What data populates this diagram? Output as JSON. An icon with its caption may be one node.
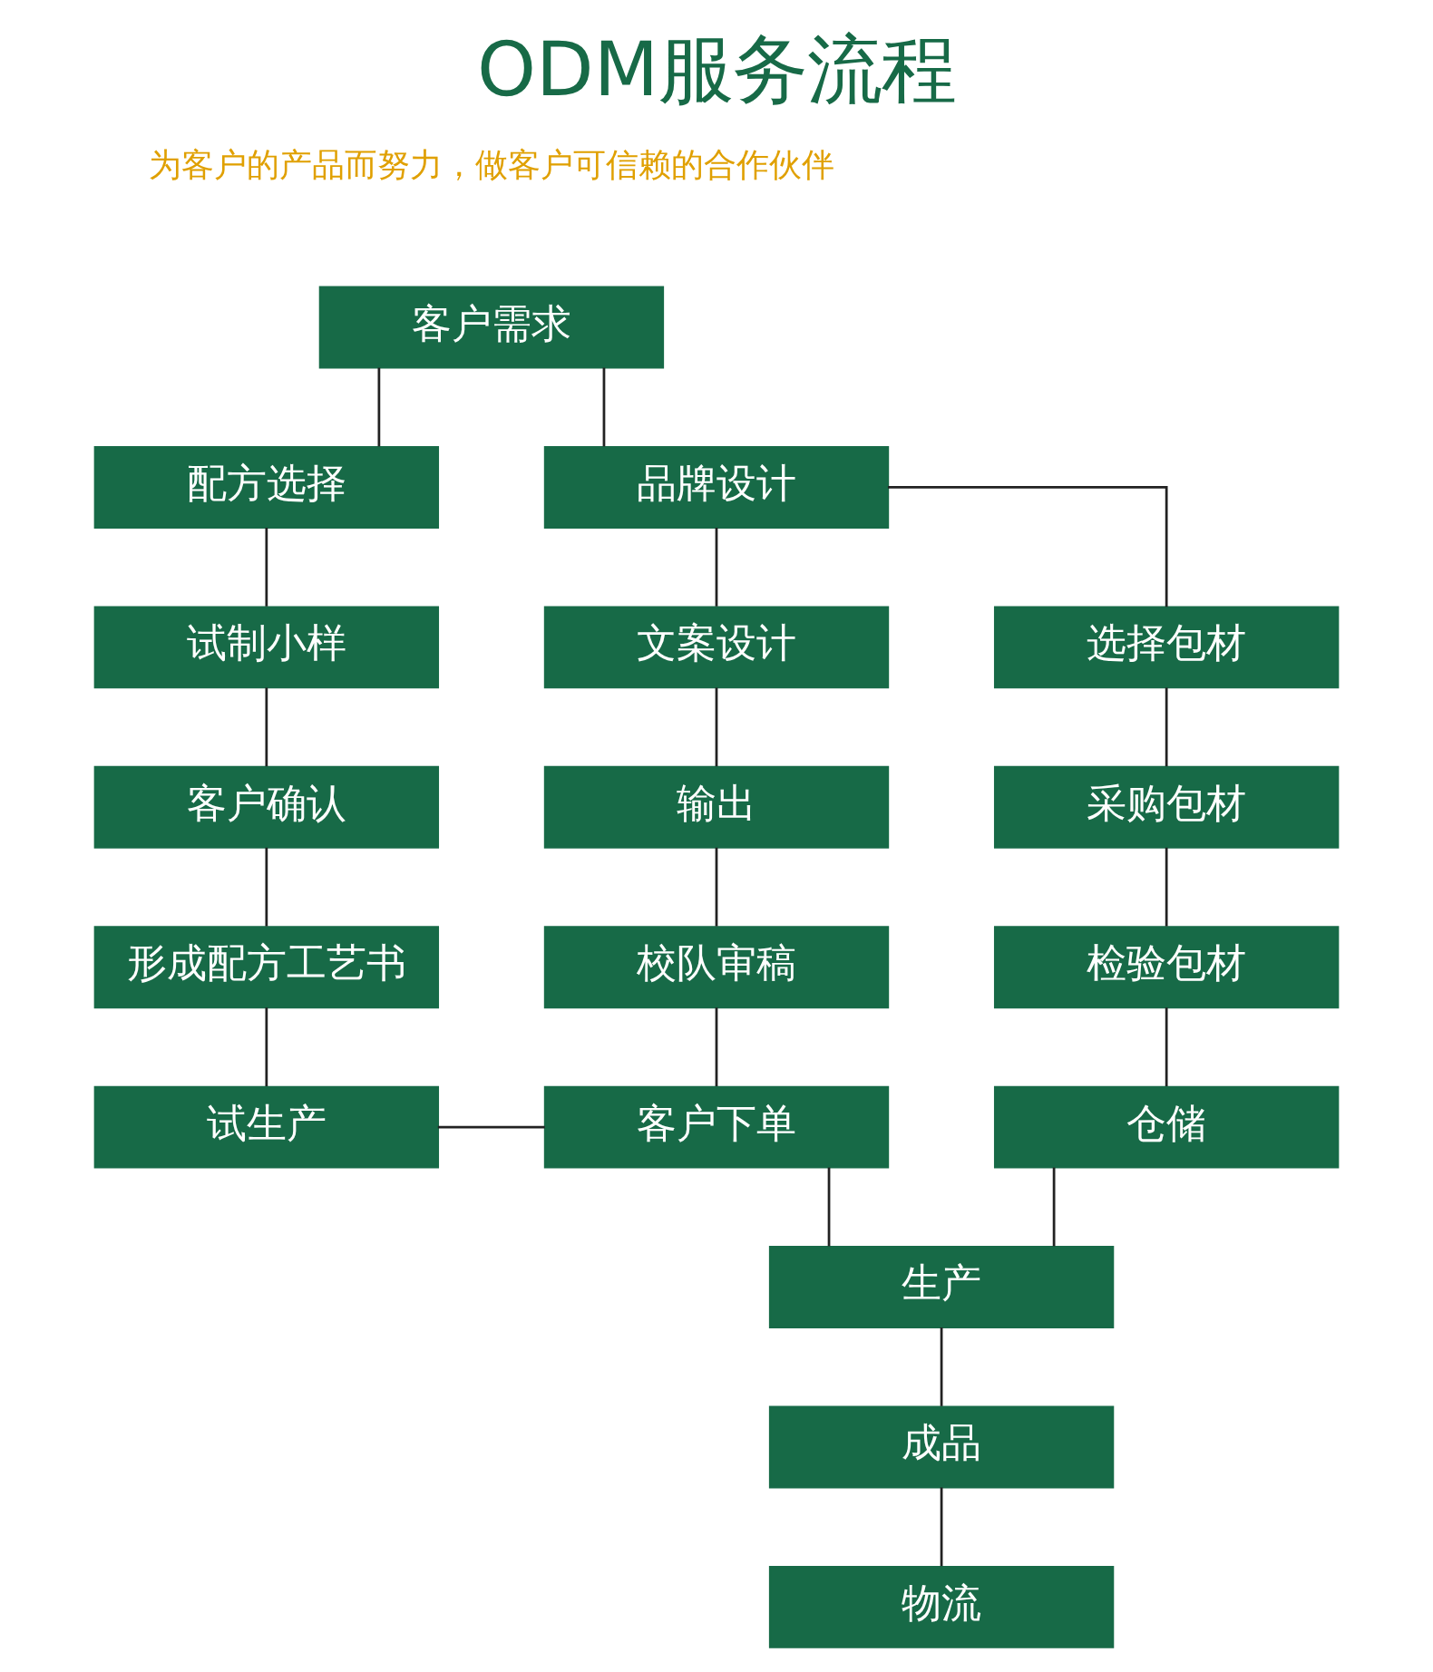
{
  "diagram": {
    "title": "ODM服务流程",
    "nodes": [
      {
        "text": [
          "客户需求"
        ]
      },
      {
        "text": [
          "配方选择"
        ]
      },
      {
        "text": [
          "品牌设计"
        ]
      },
      {
        "text": [
          "试制小样"
        ]
      },
      {
        "text": [
          "文案设计"
        ]
      },
      {
        "text": [
          "选择包材"
        ]
      },
      {
        "text": [
          "客户确认"
        ]
      },
      {
        "text": [
          "输出"
        ]
      },
      {
        "text": [
          "采购包材"
        ]
      },
      {
        "text": [
          "形成配方工艺书"
        ]
      },
      {
        "text": [
          "校队审稿"
        ]
      },
      {
        "text": [
          "检验包材"
        ]
      },
      {
        "text": [
          "试生产"
        ]
      },
      {
        "text": [
          "客户下单"
        ]
      },
      {
        "text": [
          "仓储"
        ]
      },
      {
        "text": [
          "生产"
        ]
      },
      {
        "text": [
          "成品"
        ]
      },
      {
        "text": [
          "物流"
        ]
      }
    ],
    "edges": [
      {
        "from": 0,
        "to": 1,
        "arrow": "none"
      },
      {
        "from": 0,
        "to": 2,
        "arrow": "none"
      },
      {
        "from": 1,
        "to": 3,
        "arrow": "none"
      },
      {
        "from": 3,
        "to": 6,
        "arrow": "none"
      },
      {
        "from": 6,
        "to": 9,
        "arrow": "none"
      },
      {
        "from": 9,
        "to": 12,
        "arrow": "none"
      },
      {
        "from": 2,
        "to": 4,
        "arrow": "none"
      },
      {
        "from": 4,
        "to": 7,
        "arrow": "none"
      },
      {
        "from": 7,
        "to": 10,
        "arrow": "none"
      },
      {
        "from": 10,
        "to": 13,
        "arrow": "none"
      },
      {
        "from": 2,
        "to": 5,
        "arrow": "none"
      },
      {
        "from": 5,
        "to": 8,
        "arrow": "none"
      },
      {
        "from": 8,
        "to": 11,
        "arrow": "none"
      },
      {
        "from": 11,
        "to": 14,
        "arrow": "none"
      },
      {
        "from": 12,
        "to": 13,
        "arrow": "none"
      },
      {
        "from": 14,
        "to": 15,
        "arrow": "none"
      },
      {
        "from": 13,
        "to": 15,
        "arrow": "none"
      },
      {
        "from": 15,
        "to": 16,
        "arrow": "none"
      },
      {
        "from": 16,
        "to": 17,
        "arrow": "none"
      }
    ],
    "labels": [
      "为客户的产品而努力，做客户可信赖的合作伙伴"
    ]
  }
}
